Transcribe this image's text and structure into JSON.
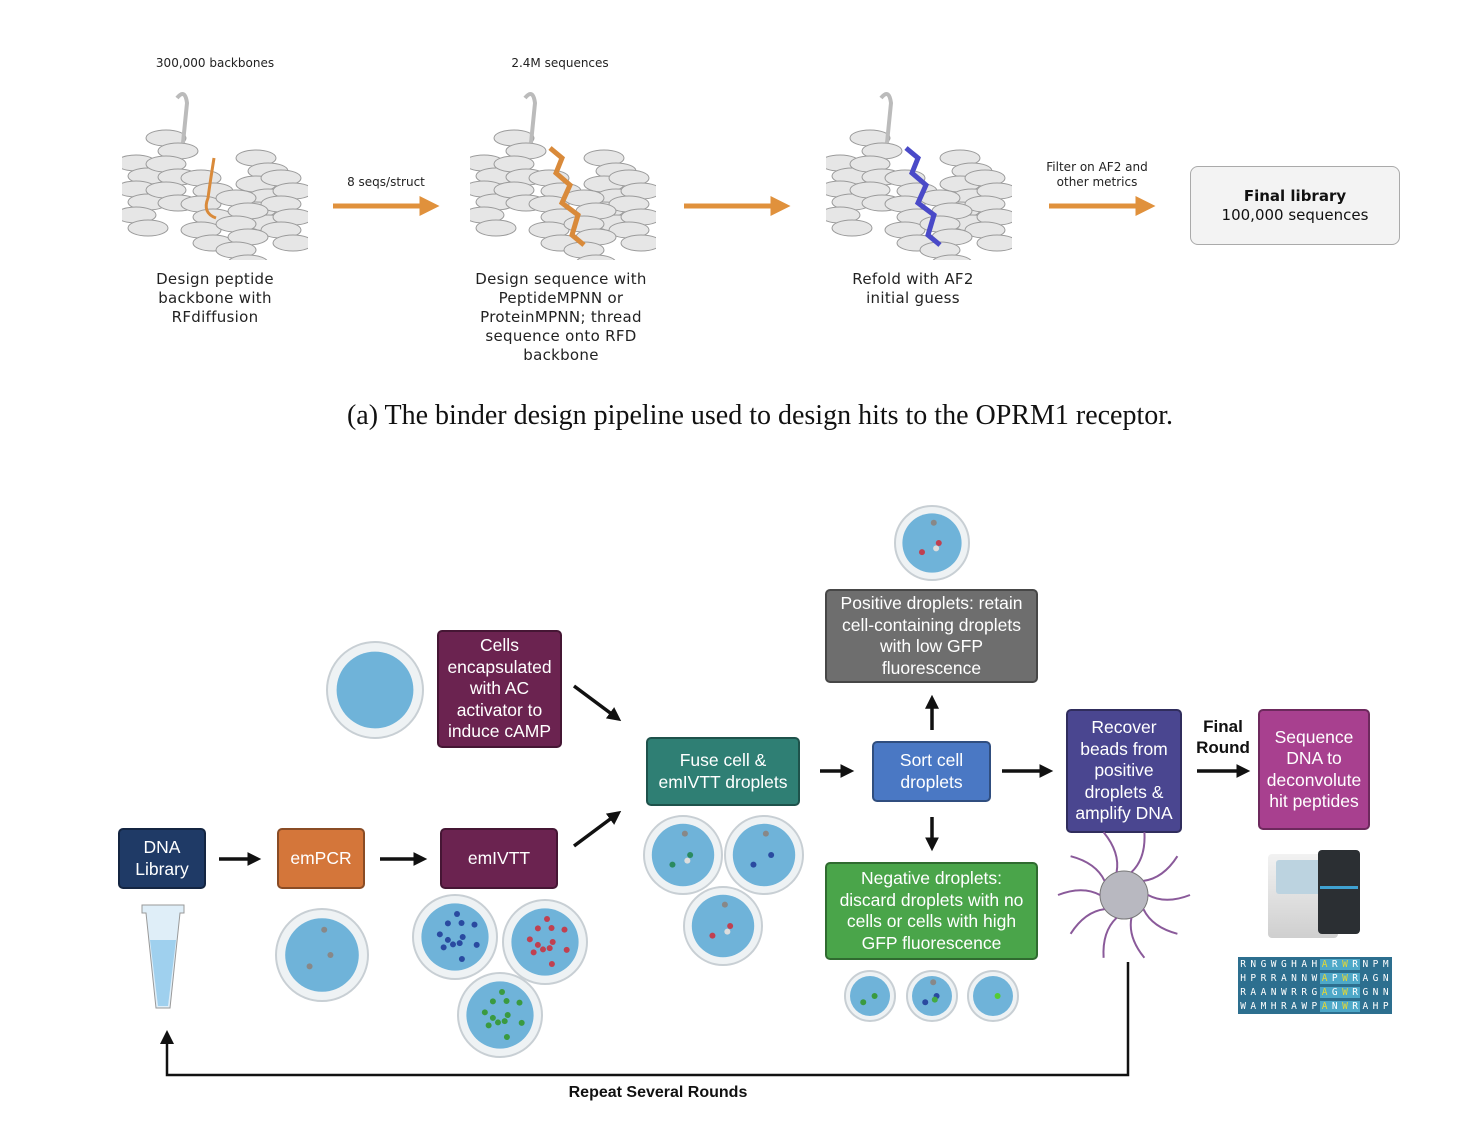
{
  "pipeline": {
    "steps": [
      {
        "count": "300,000 backbones",
        "label": "Design peptide backbone with RFdiffusion"
      },
      {
        "count": "2.4M sequences",
        "label": "Design sequence with PeptideMPNN or ProteinMPNN; thread sequence onto RFD backbone"
      },
      {
        "count": "",
        "label": "Refold with AF2 initial guess"
      }
    ],
    "arrow_labels": [
      "8 seqs/struct",
      "",
      "Filter on AF2 and other metrics"
    ],
    "final_library": {
      "title": "Final library",
      "subtitle": "100,000 sequences"
    },
    "arrow_color": "#e0913c",
    "peptide_colors": [
      "#d98a3a",
      "#d98a3a",
      "#4a4ac8"
    ]
  },
  "caption": "(a) The binder design pipeline used to design hits to the OPRM1 receptor.",
  "workflow": {
    "dna_library": "DNA Library",
    "empcr": "emPCR",
    "emivtt": "emIVTT",
    "cells": "Cells encapsulated with AC activator to induce cAMP",
    "fuse": "Fuse cell & emIVTT droplets",
    "sort": "Sort cell droplets",
    "positive": "Positive droplets: retain cell-containing droplets with low GFP fluorescence",
    "negative": "Negative droplets: discard droplets with no cells or cells with high GFP fluorescence",
    "recover": "Recover beads from positive droplets & amplify DNA",
    "final_round": "Final Round",
    "sequence": "Sequence DNA to deconvolute hit peptides",
    "repeat": "Repeat Several Rounds",
    "colors": {
      "dna": "#1f3a66",
      "empcr": "#d4763a",
      "emivtt": "#6b2350",
      "fuse": "#2f7f74",
      "sort": "#4a78c4",
      "positive": "#6e6e6e",
      "negative": "#4aa54a",
      "recover": "#4a4690",
      "sequence": "#a8408f"
    },
    "sequence_grid": [
      "RNGWGHAHARWRNPM",
      "HPRRANNWAPWRAGN",
      "RAANWRRGAGWRGNN",
      "WAMHRAWPANWRAHP"
    ]
  }
}
